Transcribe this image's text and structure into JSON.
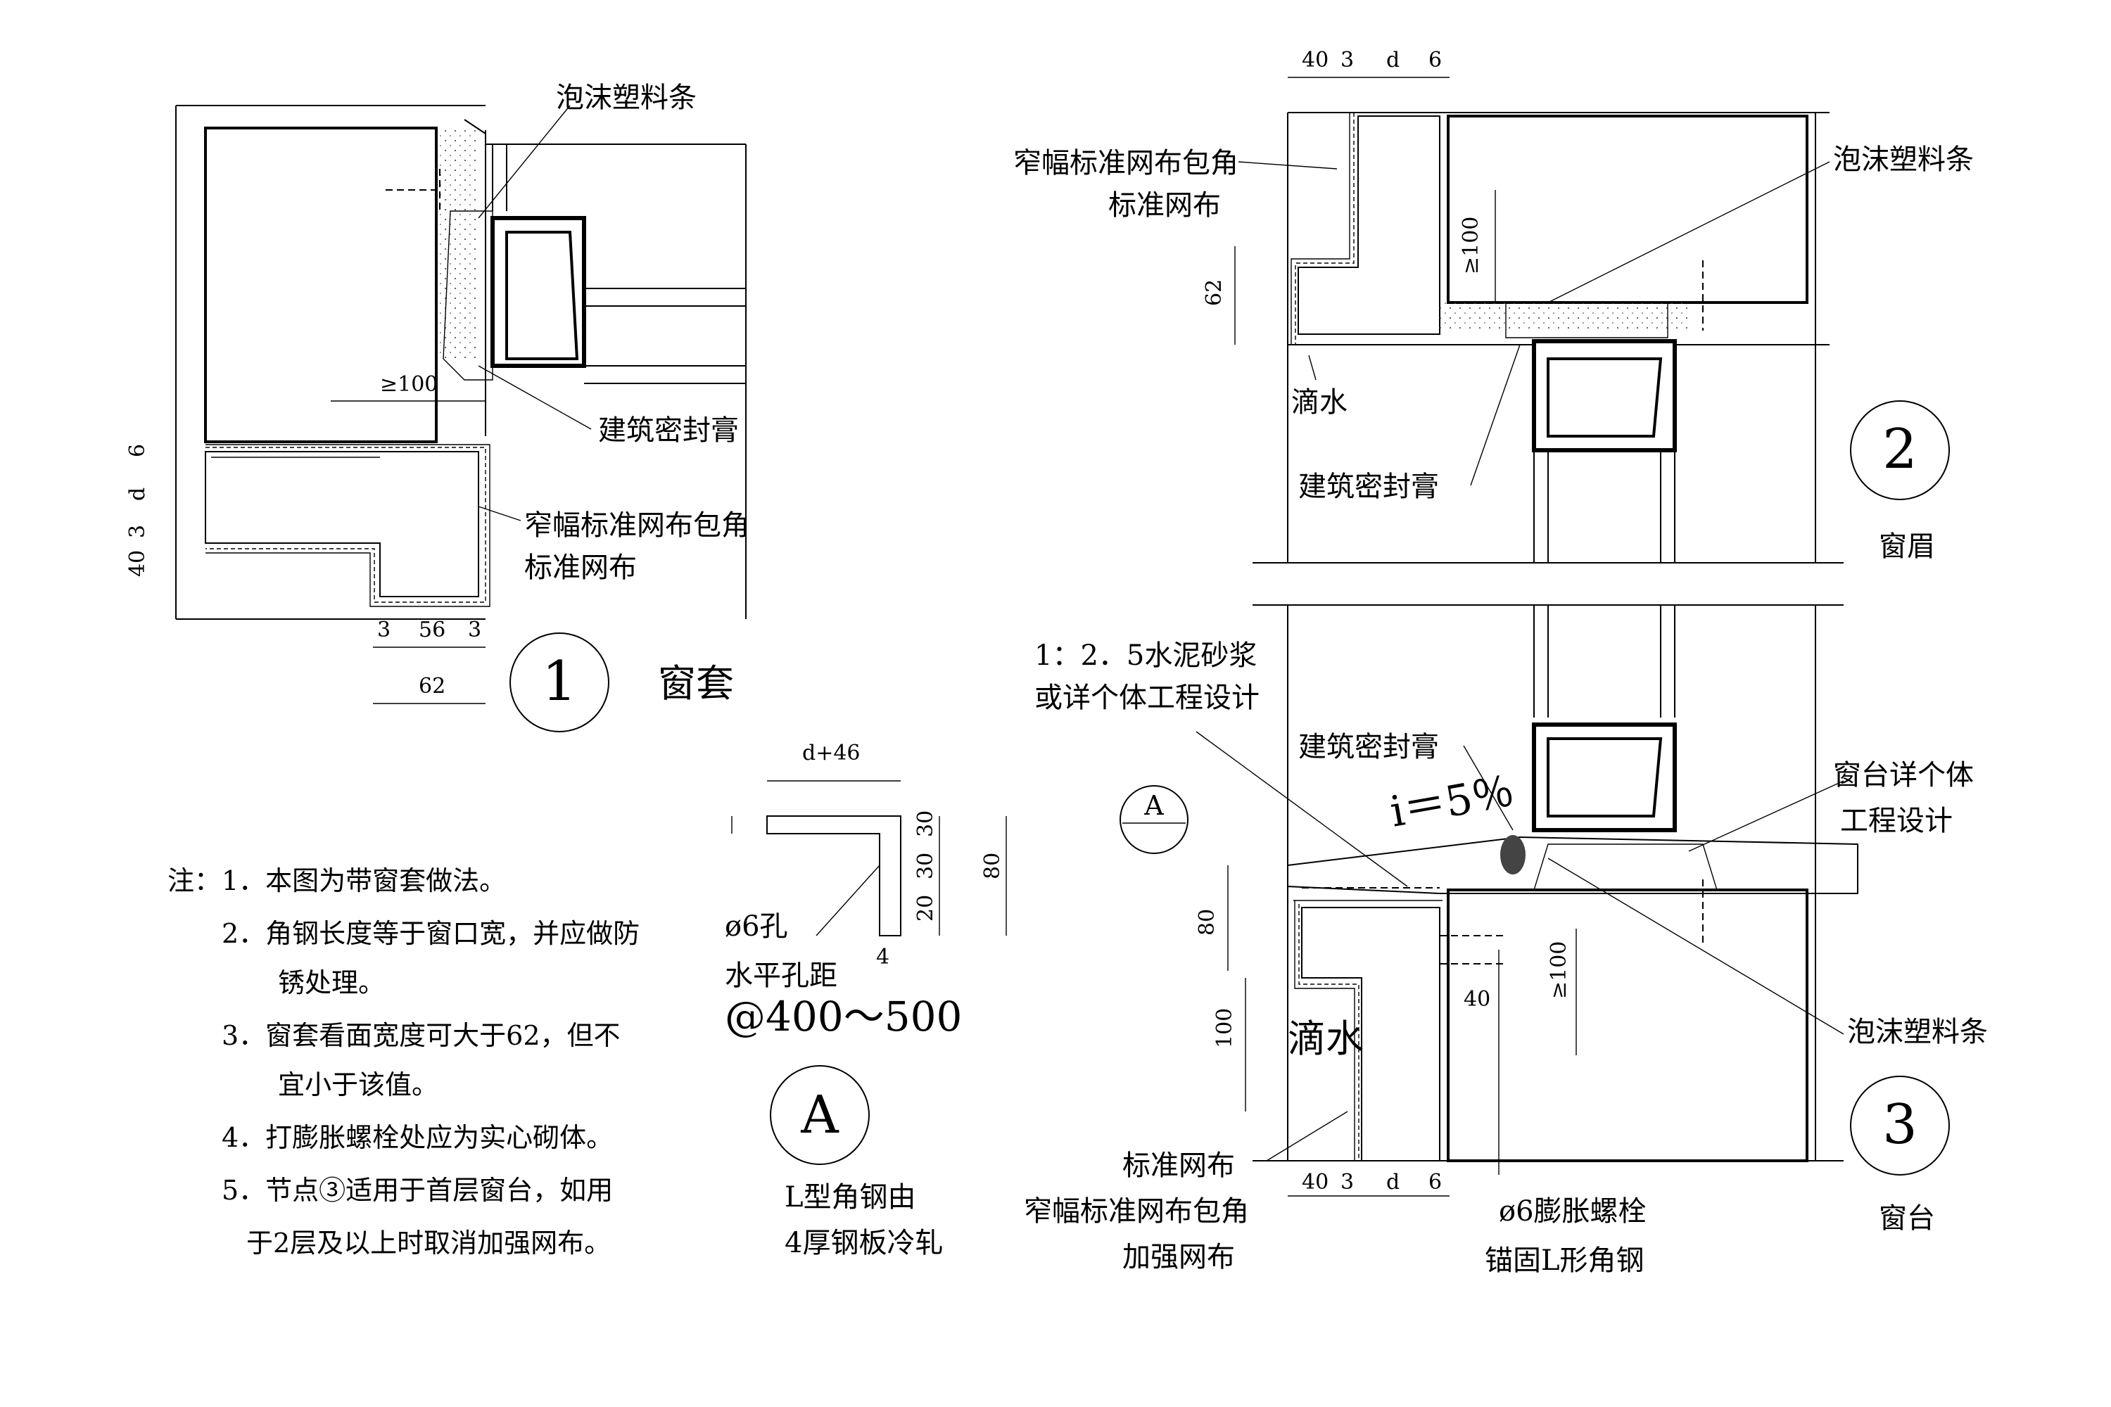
{
  "labels": {
    "foam_strip": "泡沫塑料条",
    "sealant": "建筑密封膏",
    "narrow_mesh_wrap": "窄幅标准网布包角",
    "std_mesh": "标准网布",
    "drip": "滴水",
    "mortar": "1：2．5水泥砂浆",
    "mortar_sub": "或详个体工程设计",
    "sill_design_1": "窗台详个体",
    "sill_design_2": "工程设计",
    "slope": "i＝5％",
    "reinforce_mesh": "加强网布",
    "bolt": "ø6膨胀螺栓",
    "anchor": "锚固L形角钢",
    "hole": "ø6孔",
    "hole_spacing": "水平孔距",
    "spacing_value": "@400～500",
    "angle_desc_1": "L型角钢由",
    "angle_desc_2": "4厚钢板冷轧"
  },
  "details": [
    {
      "num": "1",
      "title": "窗套"
    },
    {
      "num": "2",
      "title": "窗眉"
    },
    {
      "num": "3",
      "title": "窗台"
    },
    {
      "num": "A",
      "title": ""
    }
  ],
  "section_ref": "A",
  "dims": {
    "d": "d",
    "d46": "d+46",
    "v40": "40",
    "v3": "3",
    "v6": "6",
    "v56": "56",
    "v62": "62",
    "v80": "80",
    "v100": "100",
    "v30": "30",
    "v20": "20",
    "v4": "4",
    "ge100": "≥100"
  },
  "notes": {
    "title": "注：",
    "lines": [
      "1．本图为带窗套做法。",
      "2．角钢长度等于窗口宽，并应做防",
      "锈处理。",
      "3．窗套看面宽度可大于62，但不",
      "宜小于该值。",
      "4．打膨胀螺栓处应为实心砌体。",
      "5．节点③适用于首层窗台，如用",
      "于2层及以上时取消加强网布。"
    ]
  }
}
